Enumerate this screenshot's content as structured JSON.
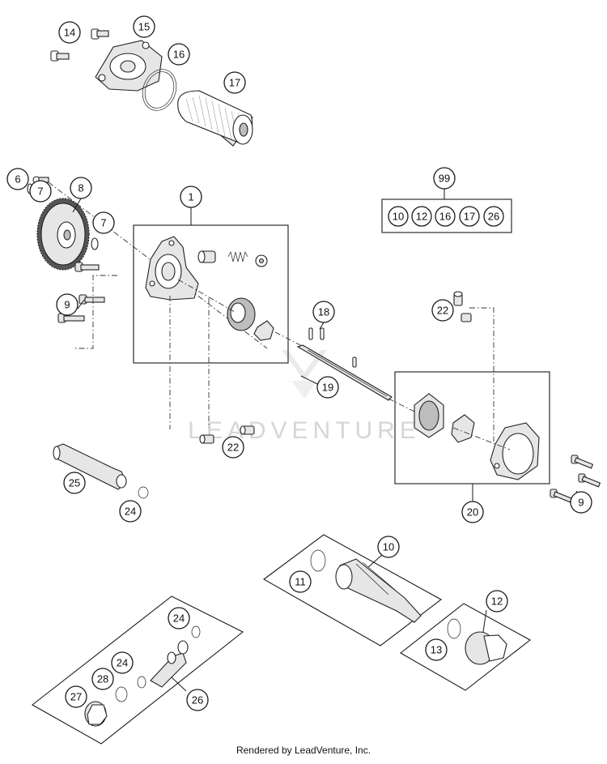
{
  "diagram": {
    "callouts": [
      "1",
      "6",
      "7",
      "7",
      "8",
      "9",
      "9",
      "10",
      "11",
      "12",
      "13",
      "14",
      "15",
      "16",
      "17",
      "18",
      "19",
      "20",
      "22",
      "22",
      "24",
      "24",
      "24",
      "25",
      "26",
      "27",
      "28"
    ],
    "kit": {
      "label": "99",
      "items": [
        "10",
        "12",
        "16",
        "17",
        "26"
      ]
    },
    "watermark": "LEADVENTURE",
    "credit": "Rendered by LeadVenture, Inc."
  }
}
